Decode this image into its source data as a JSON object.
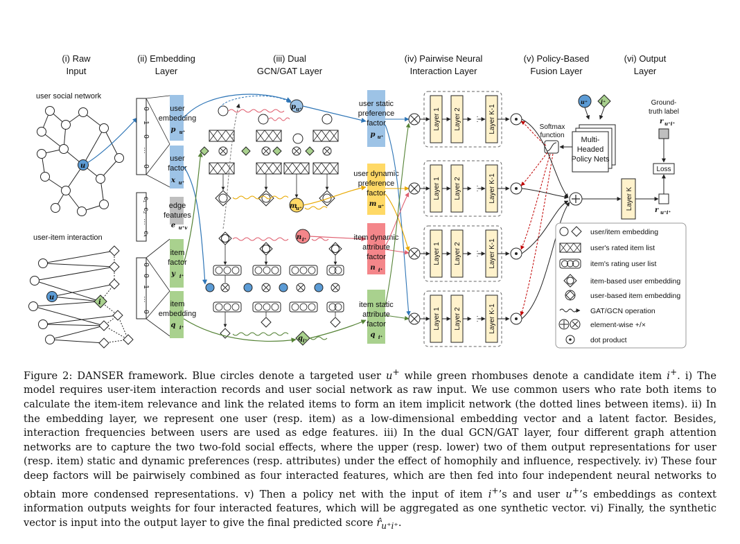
{
  "figure": {
    "headers": [
      {
        "line1": "(i) Raw",
        "line2": "Input"
      },
      {
        "line1": "(ii) Embedding",
        "line2": "Layer"
      },
      {
        "line1": "(iii) Dual",
        "line2": "GCN/GAT Layer"
      },
      {
        "line1": "(iv) Pairwise Neural",
        "line2": "Interaction Layer"
      },
      {
        "line1": "(v) Policy-Based",
        "line2": "Fusion Layer"
      },
      {
        "line1": "(vi) Output",
        "line2": "Layer"
      }
    ],
    "raw_input": {
      "social": "user social network",
      "interaction": "user-item interaction",
      "user_node": "u",
      "item_node": "i"
    },
    "embedding": {
      "user_embedding": [
        "user",
        "embedding",
        "p",
        "u⁺"
      ],
      "user_factor": [
        "user",
        "factor",
        "x",
        "u⁺"
      ],
      "edge_features": [
        "edge",
        "features",
        "e",
        "u⁺v"
      ],
      "item_factor": [
        "item",
        "factor",
        "y",
        "i⁺"
      ],
      "item_embedding": [
        "item",
        "embedding",
        "q",
        "i⁺"
      ],
      "onehot_top": [
        "0",
        "1",
        "0",
        "…",
        "0"
      ],
      "onehot_bottom": [
        "0",
        "0",
        "1",
        "…",
        "0"
      ],
      "edge_vector": [
        "c₁",
        "c₂",
        "…",
        "cₖ"
      ]
    },
    "gcn": {
      "p_label": "p",
      "m_label": "m",
      "n_label": "n",
      "q_label": "q",
      "u_sup": "u⁺",
      "i_sup": "i⁺"
    },
    "factors": [
      {
        "lines": [
          "user static",
          "preference",
          "factor"
        ],
        "sym": "p",
        "sup": "u⁺",
        "color": "#9DC3E6"
      },
      {
        "lines": [
          "user dynamic",
          "preference",
          "factor"
        ],
        "sym": "m",
        "sup": "u⁺",
        "color": "#FFD966"
      },
      {
        "lines": [
          "item dynamic",
          "attribute",
          "factor"
        ],
        "sym": "n",
        "sup": "i⁺",
        "color": "#F4868A"
      },
      {
        "lines": [
          "item static",
          "attribute",
          "factor"
        ],
        "sym": "q",
        "sup": "i⁺",
        "color": "#A9D18E"
      }
    ],
    "layers": {
      "l1": "Layer 1",
      "l2": "Layer 2",
      "lk1": "Layer K-1",
      "lk": "Layer K"
    },
    "fusion": {
      "softmax": [
        "Softmax",
        "function"
      ],
      "policy": [
        "Multi-",
        "Headed",
        "Policy Nets"
      ],
      "u": "u⁺",
      "i": "i⁺"
    },
    "output": {
      "ground": [
        "Ground-",
        "truth label"
      ],
      "r_label": "r",
      "r_sub": "u⁺i⁺",
      "loss": "Loss",
      "rhat_sub": "u⁺i⁺"
    },
    "legend": [
      {
        "icon": "circle-diamond",
        "text": "user/item embedding"
      },
      {
        "icon": "x-boxes",
        "text": "user's rated item list"
      },
      {
        "icon": "o-boxes",
        "text": "item's rating user list"
      },
      {
        "icon": "diamond-in-circle",
        "text": "item-based user embedding"
      },
      {
        "icon": "circle-in-diamond",
        "text": "user-based item embedding"
      },
      {
        "icon": "wave-arrow",
        "text": "GAT/GCN operation"
      },
      {
        "icon": "plus-times",
        "text": "element-wise +/×"
      },
      {
        "icon": "dot",
        "text": "dot product"
      }
    ],
    "colors": {
      "blue": "#9DC3E6",
      "yellow": "#FFD966",
      "red": "#F4868A",
      "green": "#A9D18E",
      "gray": "#BFBFBF",
      "layer": "#FFF2CC",
      "user_node": "#5B9BD5",
      "item_node": "#70AD47"
    }
  },
  "caption": {
    "label": "Figure 2:",
    "title": "DANSER framework.",
    "intro_a": "Blue circles denote a targeted user ",
    "intro_u": "u",
    "intro_b": " while green rhombuses denote a candidate item ",
    "intro_i": "i",
    "intro_c": ".",
    "s1": "i) The model requires user-item interaction records and user social network as raw input. We use common users who rate both items to calculate the item-item relevance and link the related items to form an item implicit network (the dotted lines between items). ii) In the embedding layer, we represent one user (resp. item) as a low-dimensional embedding vector and a latent factor. Besides, interaction frequencies between users are used as edge features. iii) In the dual GCN/GAT layer, four different graph attention networks are to capture the two two-fold social effects, where the upper (resp. lower) two of them output representations for user (resp. item) static and dynamic preferences (resp. attributes) under the effect of homophily and influence, respectively. iv) These four deep factors will be pairwisely combined as four interacted features, which are then fed into four independent neural networks to obtain more condensed representations. v) Then a policy net with the input of item ",
    "s1_i": "i",
    "s1_b": "’s and user ",
    "s1_u": "u",
    "s1_c": "’s embeddings as context information outputs weights for four interacted features, which will be aggregated as one synthetic vector. vi) Finally, the synthetic vector is input into the output layer to give the final predicted score ",
    "score_r": "r̂",
    "score_sub": "u⁺i⁺",
    "end": "."
  }
}
